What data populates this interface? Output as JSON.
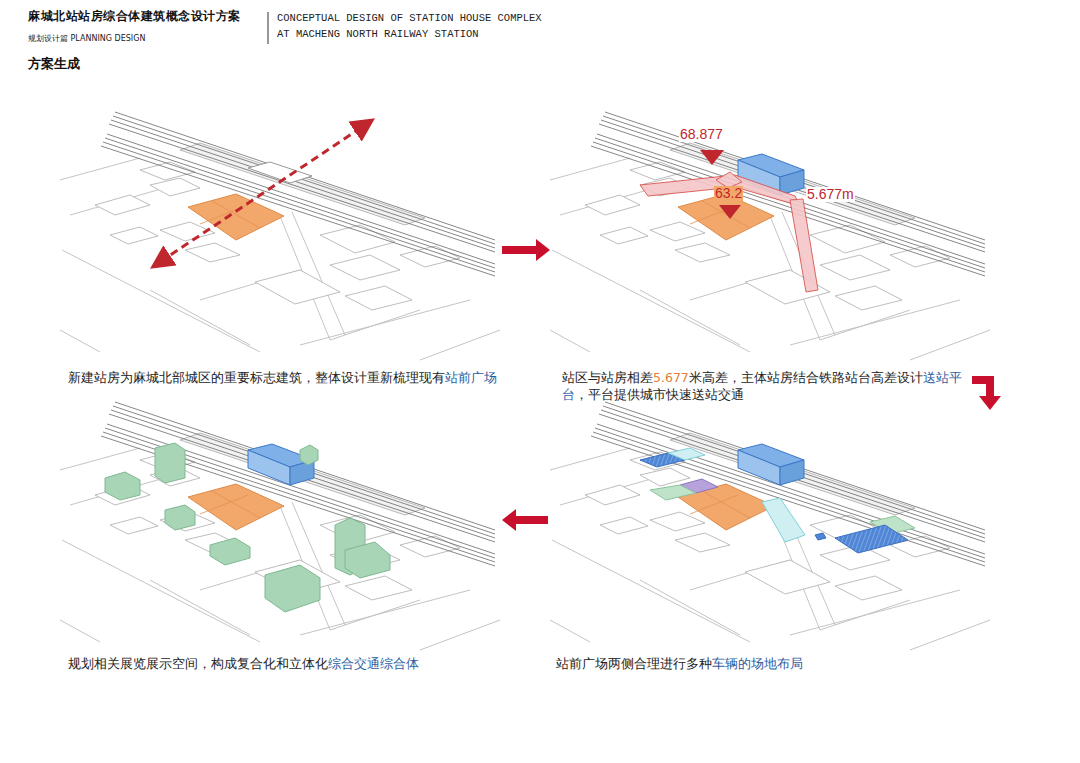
{
  "diagram": {
    "title": "麻城北站站房综合体建筑概念设计方案",
    "nodes": [
      {
        "text": [
          "新建站房为麻城北部城区的重要标志建筑，整体设计重新梳理现有",
          "站前广场"
        ]
      },
      {
        "text": [
          "站区与站房相差",
          "5.677",
          "米高差，主体站房结合铁路站台高差设计",
          "送站平台",
          "，平台提供城市快速送站交通"
        ]
      },
      {
        "text": [
          "规划相关展览展示空间，构成复合化和立体化",
          "综合交通综合体"
        ]
      },
      {
        "text": [
          "站前广场两侧合理进行多种",
          "车辆的场地布局"
        ]
      }
    ],
    "edges": [
      {
        "from": 0,
        "to": 1,
        "arrow": "to"
      },
      {
        "from": 1,
        "to": 3,
        "arrow": "to"
      },
      {
        "from": 3,
        "to": 2,
        "arrow": "to"
      }
    ],
    "labels": [
      "规划设计篇 PLANNING DESIGN",
      "CONCEPTUAL DESIGN OF STATION HOUSE COMPLEX AT MACHENG NORTH RAILWAY STATION",
      "方案生成",
      "68.877",
      "63.2",
      "5.677m"
    ]
  }
}
